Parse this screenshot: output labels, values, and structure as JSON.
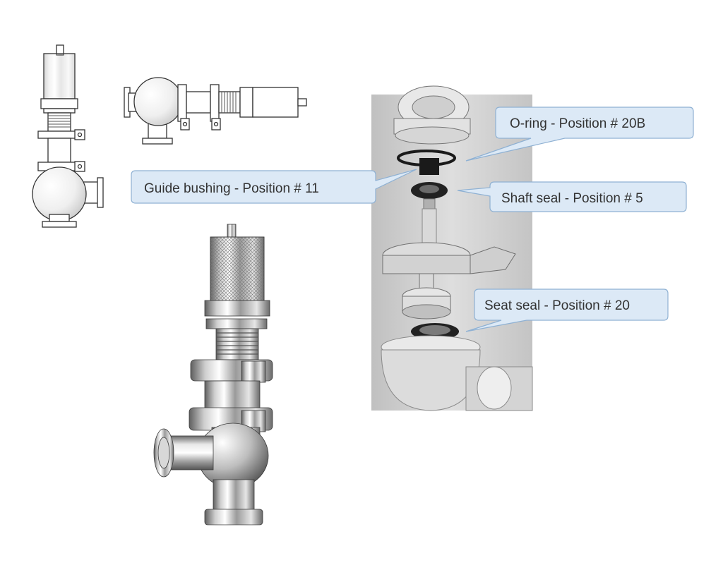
{
  "callouts": {
    "oring": "O-ring - Position # 20B",
    "guide_bushing": "Guide bushing - Position # 11",
    "shaft_seal": "Shaft seal - Position # 5",
    "seat_seal": "Seat seal - Position # 20"
  },
  "colors": {
    "callout_fill": "#dce9f6",
    "callout_stroke": "#8fb1d3",
    "callout_text": "#333333",
    "seal_black": "#1a1a1a",
    "photo_bg": "#c9c9c9"
  }
}
